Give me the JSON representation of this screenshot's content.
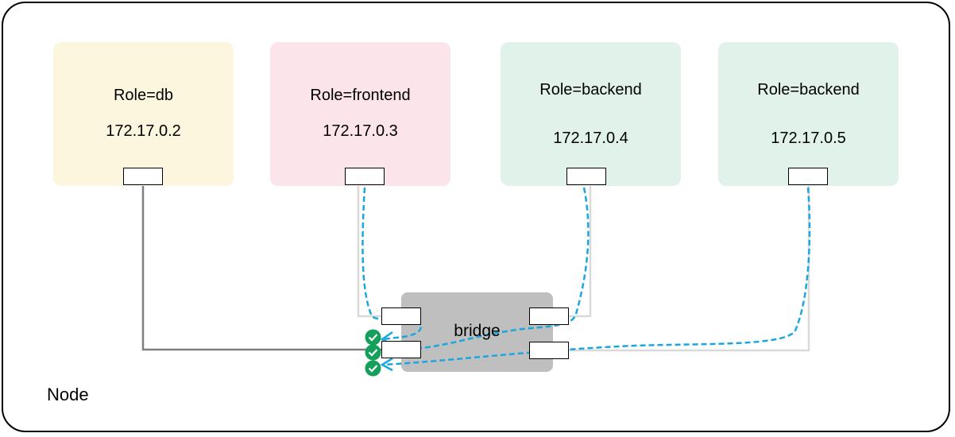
{
  "node": {
    "label": "Node"
  },
  "pods": [
    {
      "role": "Role=db",
      "ip": "172.17.0.2",
      "color": "#fdf6df"
    },
    {
      "role": "Role=frontend",
      "ip": "172.17.0.3",
      "color": "#fbe4ea"
    },
    {
      "role": "Role=backend",
      "ip": "172.17.0.4",
      "color": "#e0f2ea"
    },
    {
      "role": "Role=backend",
      "ip": "172.17.0.5",
      "color": "#e0f2ea"
    }
  ],
  "bridge": {
    "label": "bridge",
    "color": "#bfbfbf"
  },
  "colors": {
    "allowed_flow": "#1aa7e0",
    "check": "#14a05a",
    "db_wire": "#808080",
    "other_wire": "#d9d9d9"
  },
  "icons": [
    "check-circle-icon",
    "check-circle-icon",
    "check-circle-icon"
  ]
}
